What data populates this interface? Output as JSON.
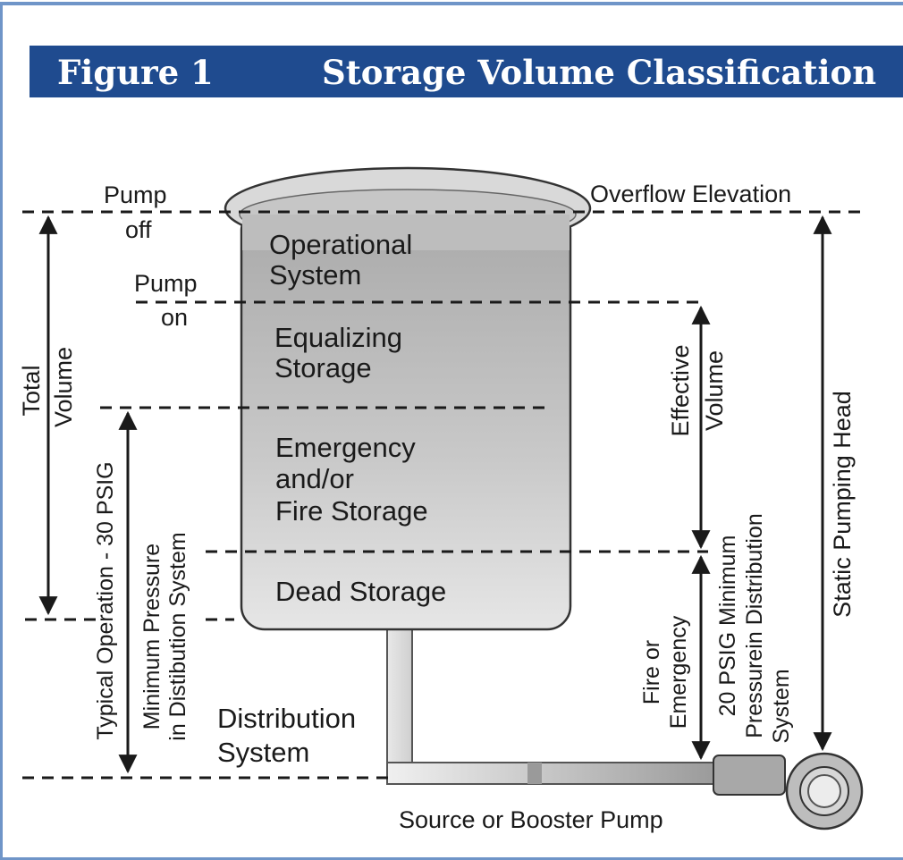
{
  "header": {
    "figure_label": "Figure 1",
    "title": "Storage Volume Classification",
    "background_color": "#1f4b8f"
  },
  "levels": {
    "pump_off": [
      "Pump",
      "off"
    ],
    "pump_on": [
      "Pump",
      "on"
    ],
    "overflow": "Overflow Elevation"
  },
  "zones": {
    "operational": [
      "Operational",
      "System"
    ],
    "equalizing": [
      "Equalizing",
      "Storage"
    ],
    "emergency": [
      "Emergency",
      "and/or",
      "Fire Storage"
    ],
    "dead": "Dead Storage"
  },
  "left": {
    "total_volume": [
      "Total",
      "Volume"
    ],
    "typical_operation": "Typical Operation - 30 PSIG",
    "minimum_pressure": [
      "Minimum Pressure",
      "in Distibution System"
    ]
  },
  "right": {
    "effective_volume": [
      "Effective",
      "Volume"
    ],
    "fire_emergency": [
      "Fire or",
      "Emergency"
    ],
    "psig_min": [
      "20 PSIG Minimum",
      "Pressurein Distribution",
      "System"
    ],
    "static_head": "Static Pumping Head"
  },
  "bottom": {
    "distribution": [
      "Distribution",
      "System"
    ],
    "pump": "Source or Booster Pump"
  }
}
